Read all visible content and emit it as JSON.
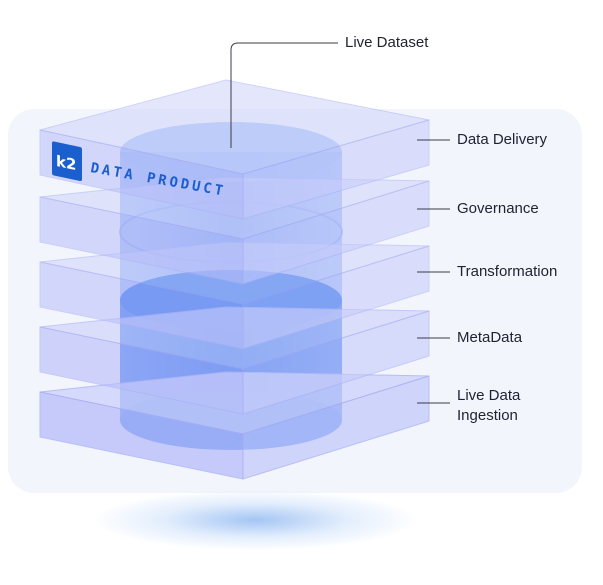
{
  "logo": {
    "mark": "k2",
    "text": "DATA PRODUCT"
  },
  "callouts": {
    "top": "Live Dataset",
    "layers": [
      {
        "lines": [
          "Data Delivery"
        ]
      },
      {
        "lines": [
          "Governance"
        ]
      },
      {
        "lines": [
          "Transformation"
        ]
      },
      {
        "lines": [
          "MetaData"
        ]
      },
      {
        "lines": [
          "Live Data",
          "Ingestion"
        ]
      }
    ]
  },
  "colors": {
    "panel": "#f2f5fc",
    "slab_top": "#cfd3fb",
    "slab_left": "#b9befa",
    "slab_right": "#c6cbfb",
    "slab_edge": "#a9b0f5",
    "cylinder_light": "#6f9af2",
    "cylinder_dark": "#1e6be8",
    "logo": "#1b5fcf"
  }
}
